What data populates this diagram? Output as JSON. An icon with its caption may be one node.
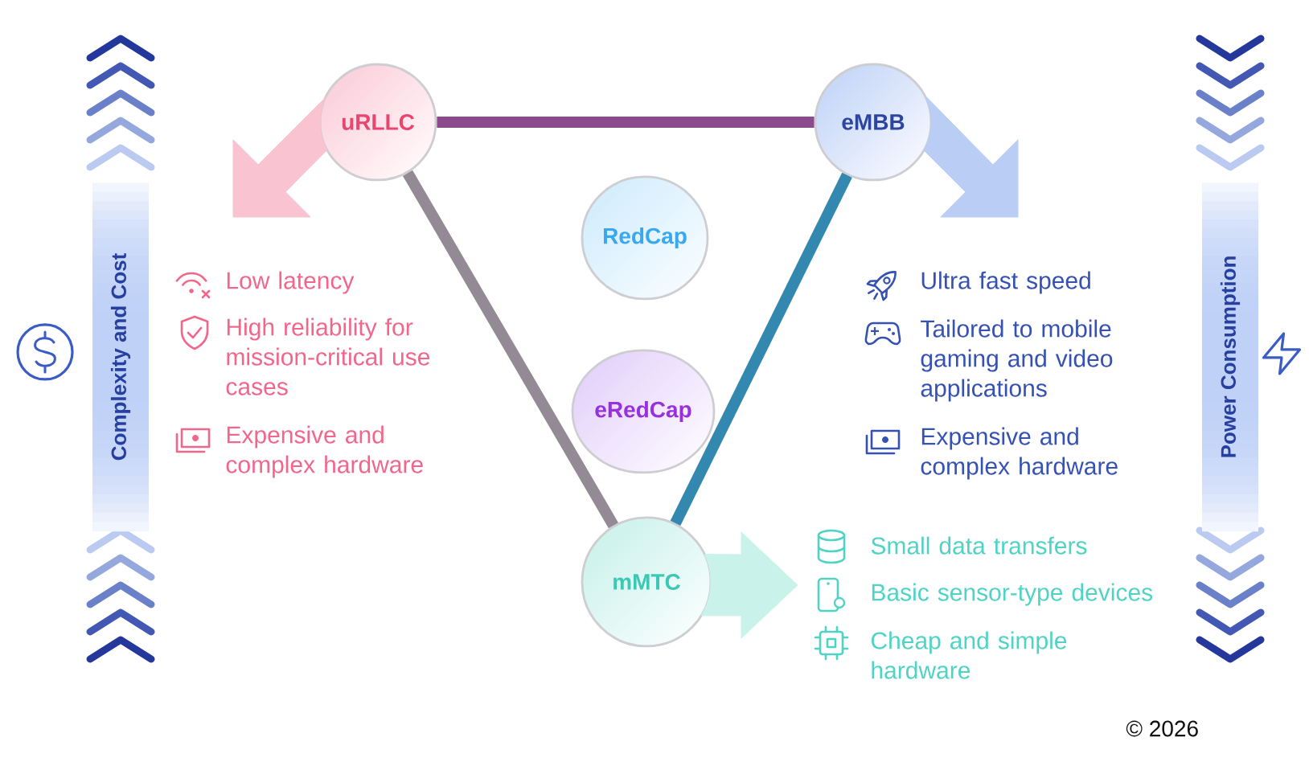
{
  "diagram": {
    "nodes": [
      {
        "text": [
          "Complexity and Cost"
        ]
      },
      {
        "text": [
          "uRLLC"
        ]
      },
      {
        "text": [
          "eMBB"
        ]
      },
      {
        "text": [
          "Power Consumption"
        ]
      },
      {
        "text": [
          "RedCap"
        ]
      },
      {
        "text": [
          "eRedCap"
        ]
      },
      {
        "text": [
          "mMTC"
        ]
      }
    ],
    "edges": [
      {
        "from": 1,
        "to": 2,
        "arrow": "none"
      },
      {
        "from": 1,
        "to": 6,
        "arrow": "none"
      },
      {
        "from": 2,
        "to": 6,
        "arrow": "none"
      },
      {
        "from": 1,
        "to": null,
        "arrow": "to"
      },
      {
        "from": 2,
        "to": null,
        "arrow": "to"
      },
      {
        "from": 6,
        "to": null,
        "arrow": "to"
      }
    ],
    "labels": [
      "Low latency",
      "High reliability for mission-critical use cases",
      "Expensive and complex hardware",
      "Ultra fast speed",
      "Tailored to mobile gaming and video applications",
      "Expensive and complex hardware",
      "Small data transfers",
      "Basic sensor-type devices",
      "Cheap and simple hardware",
      "© 2026"
    ]
  }
}
